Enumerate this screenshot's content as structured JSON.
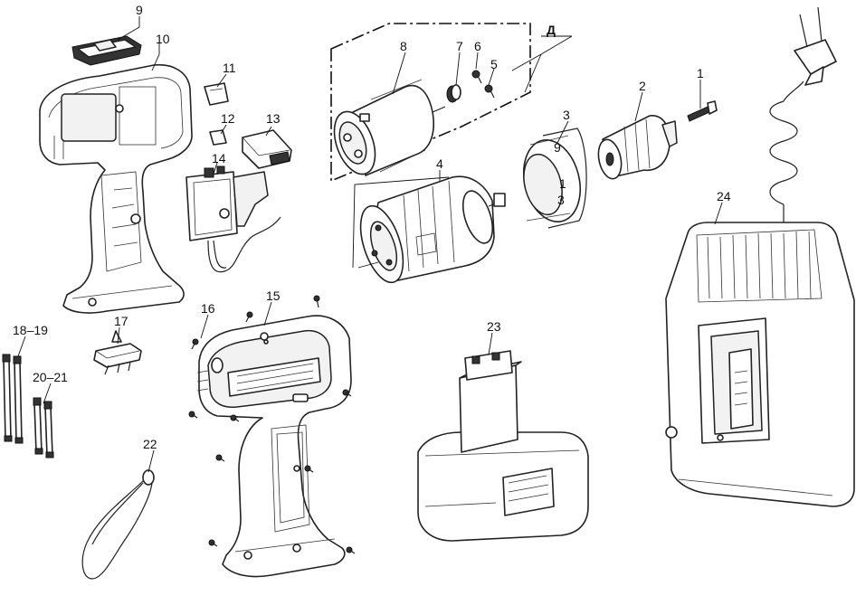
{
  "diagram": {
    "callouts": [
      {
        "id": "1",
        "label": "1"
      },
      {
        "id": "2",
        "label": "2"
      },
      {
        "id": "3",
        "label": "3"
      },
      {
        "id": "4",
        "label": "4"
      },
      {
        "id": "5",
        "label": "5"
      },
      {
        "id": "6",
        "label": "6"
      },
      {
        "id": "7",
        "label": "7"
      },
      {
        "id": "8",
        "label": "8"
      },
      {
        "id": "9",
        "label": "9"
      },
      {
        "id": "10",
        "label": "10"
      },
      {
        "id": "11",
        "label": "11"
      },
      {
        "id": "12",
        "label": "12"
      },
      {
        "id": "13",
        "label": "13"
      },
      {
        "id": "14",
        "label": "14"
      },
      {
        "id": "15",
        "label": "15"
      },
      {
        "id": "16",
        "label": "16"
      },
      {
        "id": "17",
        "label": "17"
      },
      {
        "id": "18-19",
        "label": "18–19"
      },
      {
        "id": "20-21",
        "label": "20–21"
      },
      {
        "id": "22",
        "label": "22"
      },
      {
        "id": "23",
        "label": "23"
      },
      {
        "id": "24",
        "label": "24"
      },
      {
        "id": "D",
        "label": "Д"
      }
    ],
    "clutch_ring_marks": [
      "9",
      "1",
      "3"
    ],
    "line_color": "#222222",
    "background_color": "#ffffff"
  }
}
